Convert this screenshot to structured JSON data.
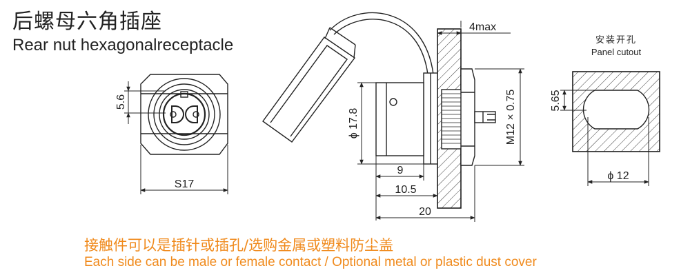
{
  "title": {
    "zh": "后螺母六角插座",
    "en": "Rear nut hexagonalreceptacle"
  },
  "front_view": {
    "dim_height": "5.6",
    "dim_width": "S17"
  },
  "side_view": {
    "dim_panel_max": "4max",
    "dim_diameter": "ϕ 17.8",
    "dim_thread": "M12 × 0.75",
    "dim_9": "9",
    "dim_10_5": "10.5",
    "dim_20": "20"
  },
  "panel_cutout": {
    "label_zh": "安装开孔",
    "label_en": "Panel cutout",
    "dim_flat": "5.65",
    "dim_diameter": "ϕ 12"
  },
  "footer": {
    "zh": "接触件可以是插针或插孔/选购金属或塑料防尘盖",
    "en": "Each side can be male or female contact / Optional metal or plastic dust cover"
  },
  "colors": {
    "line": "#222222",
    "footer_text": "#f08a1c"
  }
}
